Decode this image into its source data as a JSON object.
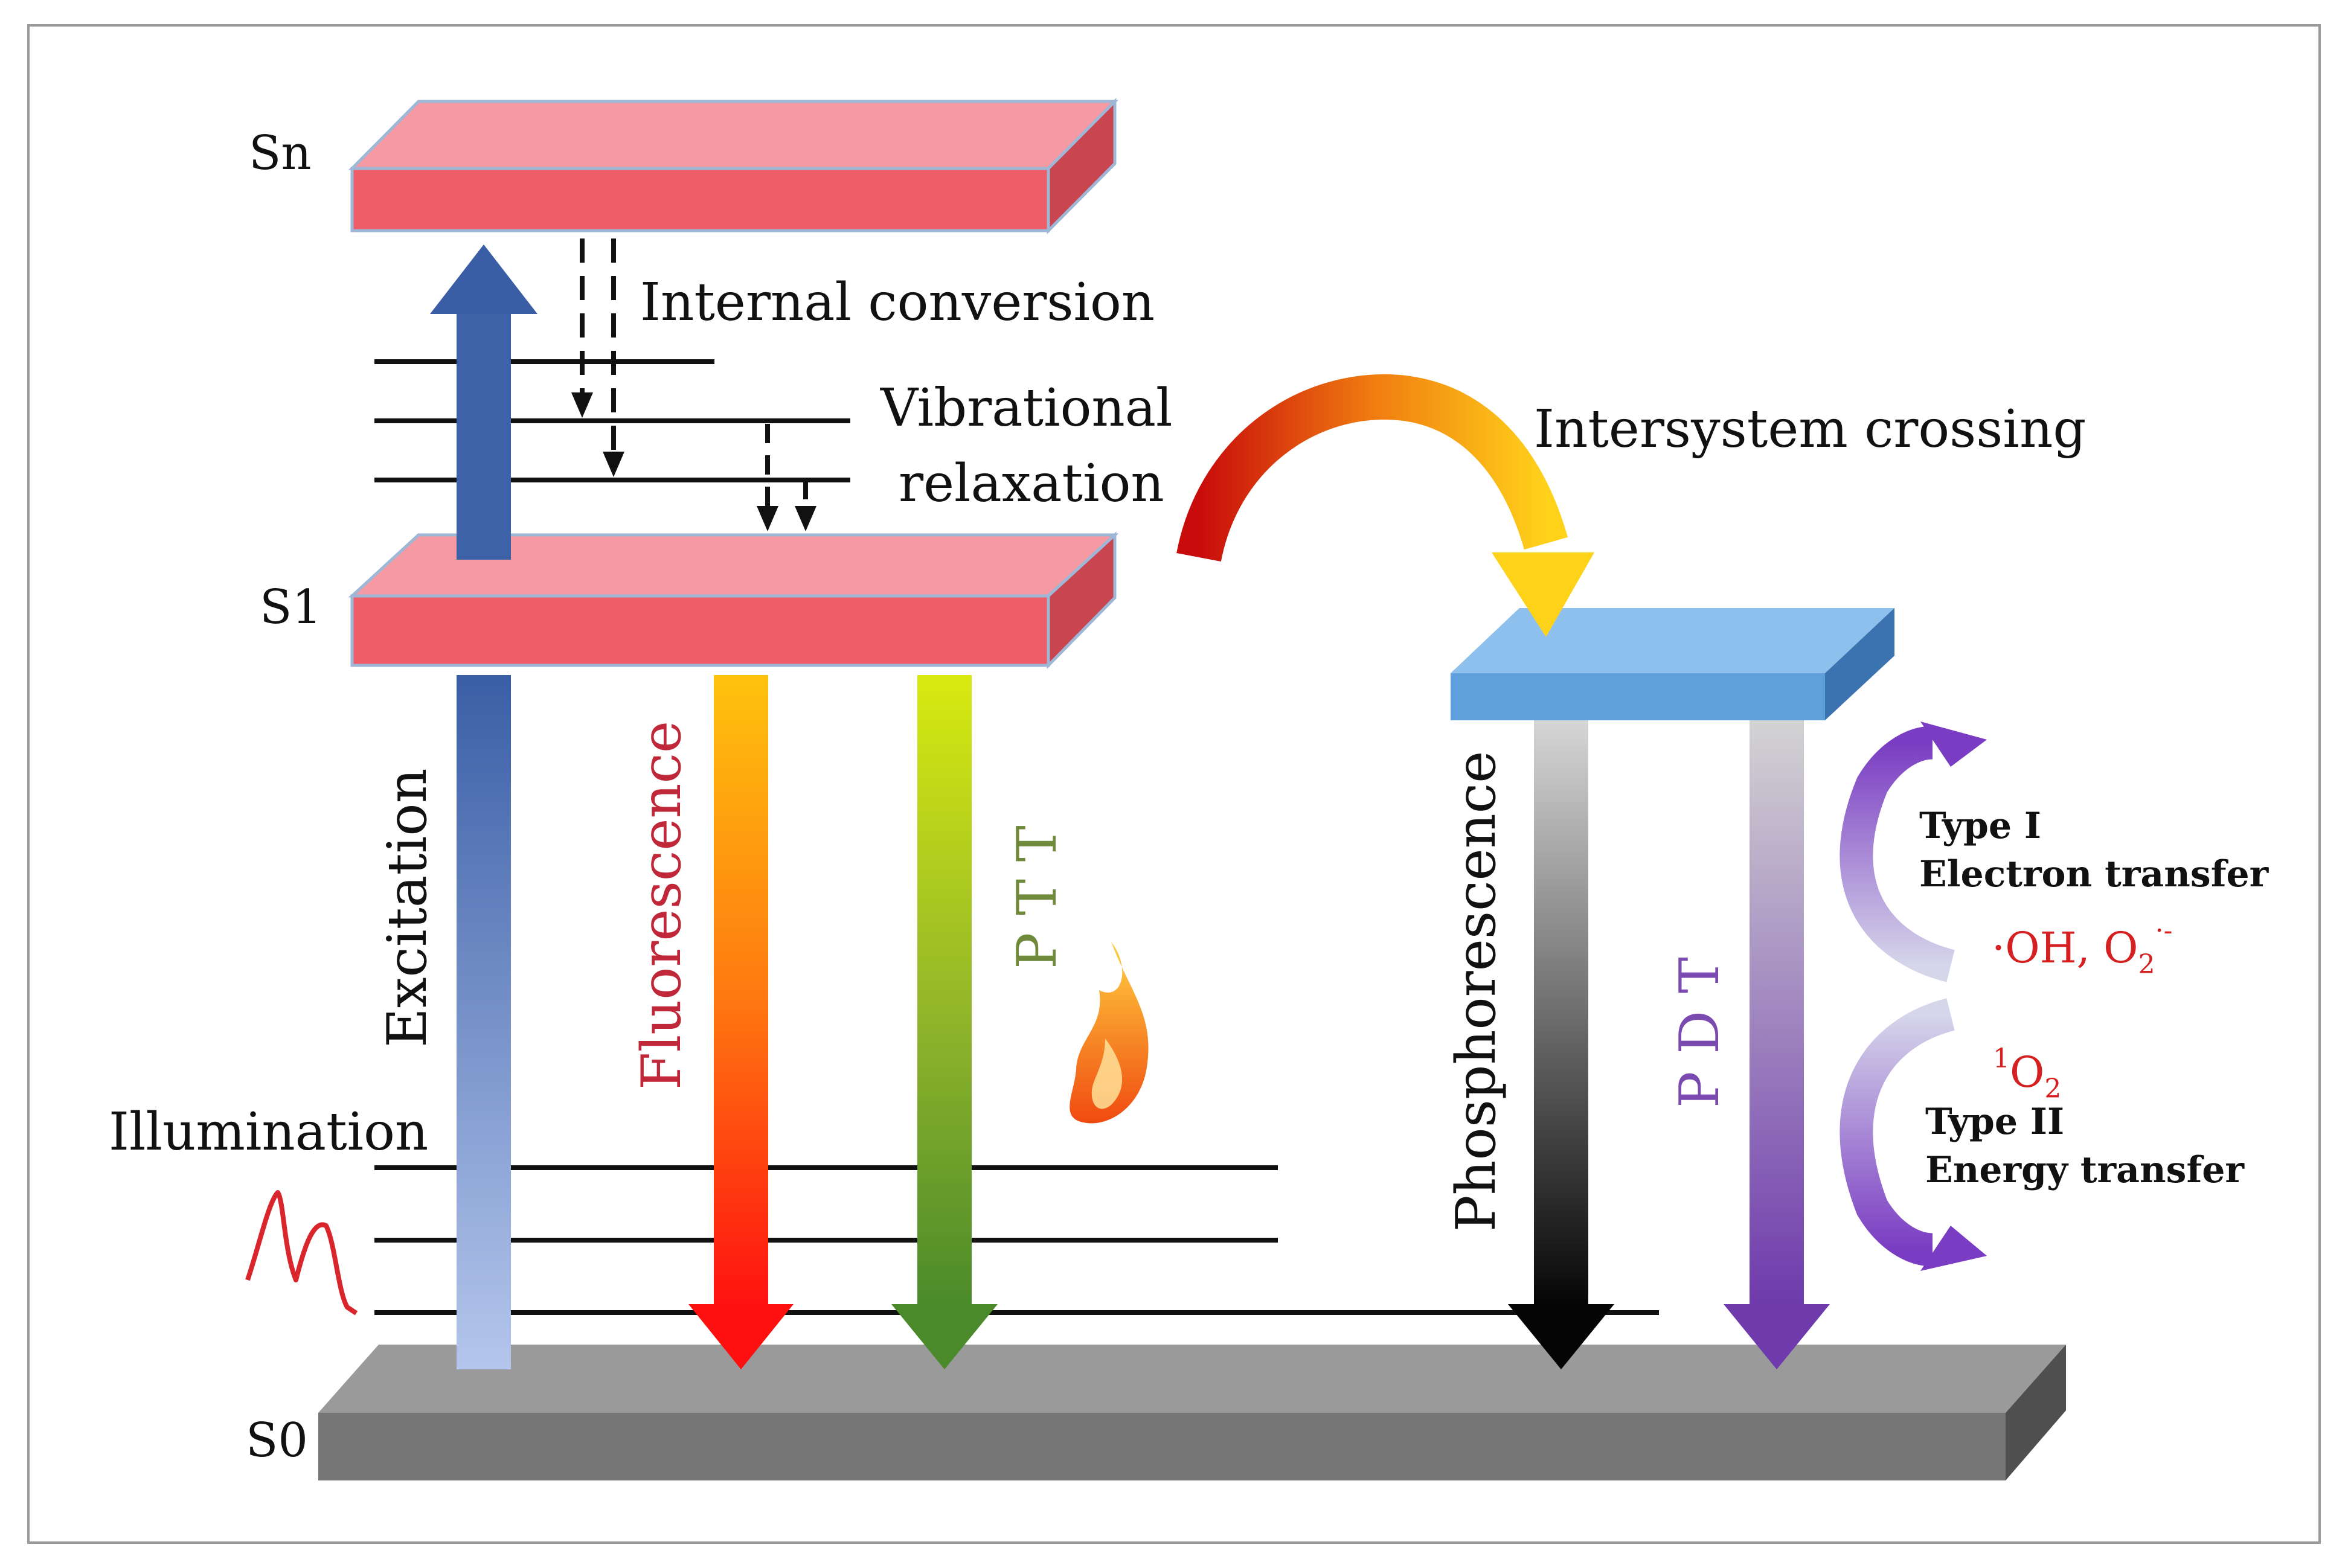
{
  "levels": {
    "sn": "Sn",
    "s1": "S1",
    "s0": "S0"
  },
  "labels": {
    "internal_conversion": "Internal conversion",
    "vibrational": "Vibrational",
    "relaxation": "relaxation",
    "intersystem_crossing": "Intersystem crossing",
    "illumination": "Illumination",
    "excitation": "Excitation",
    "fluorescence": "Fluorescence",
    "ptt": "P T T",
    "phosphorescence": "Phosphorescence",
    "pdt": "P D T",
    "type_one": "Type I",
    "electron_transfer": "Electron transfer",
    "radicals_main": "·OH, O",
    "radicals_sub": "2",
    "radicals_sup": "·-",
    "singlet_sup": "1",
    "singlet_main": "O",
    "singlet_sub": "2",
    "type_two": "Type II",
    "energy_transfer": "Energy transfer"
  },
  "colors": {
    "singlet_level": "#ee5d68",
    "triplet_level": "#5e9fdc",
    "ground_level": "#767676",
    "excitation": "#3e62a8",
    "fluorescence_text": "#c0283a",
    "ptt_text": "#6e8a3a",
    "pdt_text": "#7a4ab0",
    "ros_text": "#d42020"
  }
}
